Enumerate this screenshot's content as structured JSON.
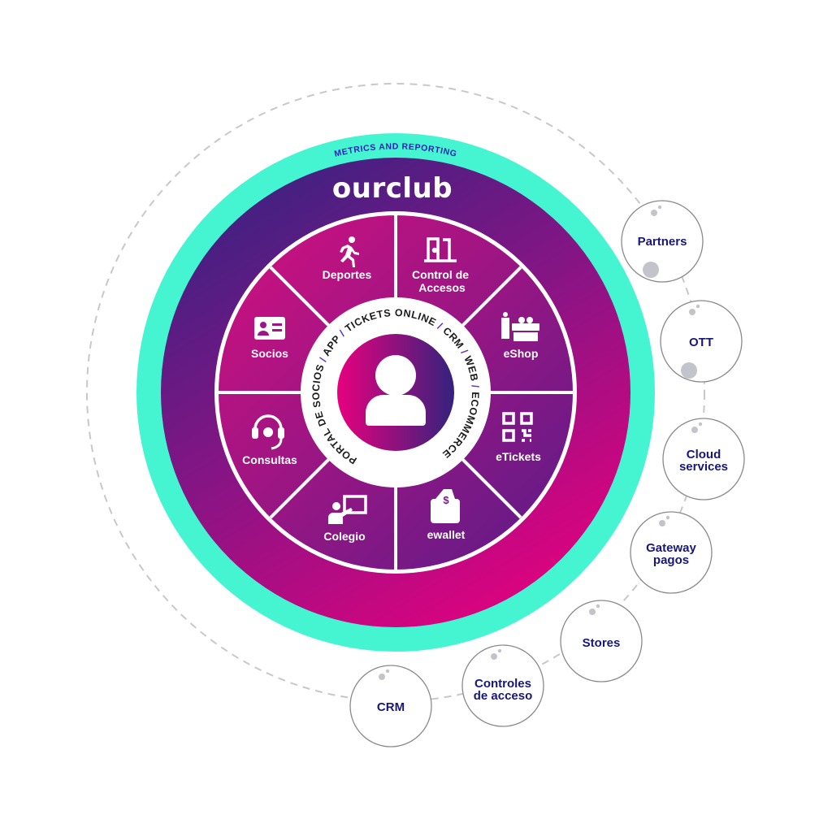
{
  "outer_ring_label": "METRICS AND REPORTING",
  "brand": "ourclub",
  "inner_ring": {
    "items": [
      "PORTAL DE SOCIOS",
      "APP",
      "TICKETS ONLINE",
      "CRM",
      "WEB",
      "ECOMMERCE"
    ],
    "separator": "/"
  },
  "center_icon": "user-icon",
  "segments": [
    {
      "label": [
        "Deportes"
      ],
      "icon": "running-person-icon"
    },
    {
      "label": [
        "Control de",
        "Accesos"
      ],
      "icon": "door-icon"
    },
    {
      "label": [
        "eShop"
      ],
      "icon": "gift-icon"
    },
    {
      "label": [
        "eTickets"
      ],
      "icon": "qr-code-icon"
    },
    {
      "label": [
        "ewallet"
      ],
      "icon": "wallet-icon"
    },
    {
      "label": [
        "Colegio"
      ],
      "icon": "teacher-board-icon"
    },
    {
      "label": [
        "Consultas"
      ],
      "icon": "headset-icon"
    },
    {
      "label": [
        "Socios"
      ],
      "icon": "id-card-icon"
    }
  ],
  "satellites": [
    {
      "label": [
        "Partners"
      ]
    },
    {
      "label": [
        "OTT"
      ]
    },
    {
      "label": [
        "Cloud",
        "services"
      ]
    },
    {
      "label": [
        "Gateway",
        "pagos"
      ]
    },
    {
      "label": [
        "Stores"
      ]
    },
    {
      "label": [
        "Controles",
        "de acceso"
      ]
    },
    {
      "label": [
        "CRM"
      ]
    }
  ],
  "colors": {
    "teal": "#45f5d2",
    "purple": "#3d2080",
    "magenta": "#e5007e",
    "navy_text": "#17177a"
  }
}
